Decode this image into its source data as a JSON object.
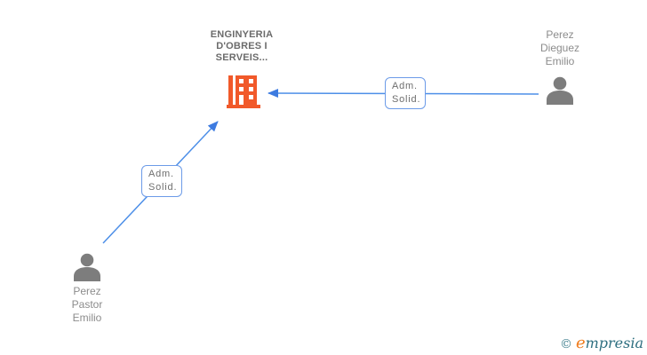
{
  "company": {
    "name": "ENGINYERIA D'OBRES I SERVEIS...",
    "name_lines": [
      "ENGINYERIA",
      "D'OBRES I",
      "SERVEIS..."
    ]
  },
  "people": {
    "top_right": {
      "name": "Perez Dieguez Emilio",
      "lines": [
        "Perez",
        "Dieguez",
        "Emilio"
      ]
    },
    "bottom_left": {
      "name": "Perez Pastor Emilio",
      "lines": [
        "Perez",
        "Pastor",
        "Emilio"
      ]
    }
  },
  "relationships": {
    "top": {
      "label_line1": "Adm.",
      "label_line2": "Solid.",
      "from": "Perez Dieguez Emilio",
      "to": "ENGINYERIA D'OBRES I SERVEIS..."
    },
    "diagonal": {
      "label_line1": "Adm.",
      "label_line2": "Solid.",
      "from": "Perez Pastor Emilio",
      "to": "ENGINYERIA D'OBRES I SERVEIS..."
    }
  },
  "footer": {
    "copyright_symbol": "©",
    "brand_initial": "e",
    "brand_rest": "mpresia"
  },
  "colors": {
    "company_icon": "#f1592a",
    "person_icon": "#7d7d7d",
    "arrow_line": "#4d8fe8",
    "arrow_head": "#3d7be0",
    "label_border": "#6c9be8",
    "label_text": "#6e6e6e",
    "company_text": "#6b6b6b",
    "person_text": "#8c8c8c",
    "logo_teal": "#2e6f80",
    "logo_orange": "#f07d1e"
  }
}
